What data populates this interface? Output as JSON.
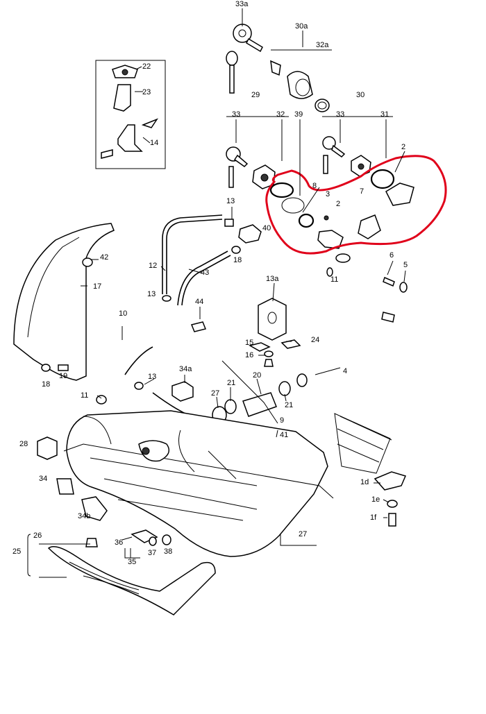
{
  "diagram": {
    "highlight_color": "#e0001a",
    "line_color": "#000000",
    "background": "#ffffff",
    "labels": {
      "l33a": "33a",
      "l30a": "30a",
      "l32a": "32a",
      "l22": "22",
      "l23": "23",
      "l14": "14",
      "l29": "29",
      "l30": "30",
      "l33_left": "33",
      "l32": "32",
      "l39": "39",
      "l33_right": "33",
      "l31": "31",
      "l2_top": "2",
      "l8": "8",
      "l3": "3",
      "l2_mid": "2",
      "l7": "7",
      "l13_a": "13",
      "l40": "40",
      "l18_a": "18",
      "l42": "42",
      "l17": "17",
      "l12": "12",
      "l43": "43",
      "l6": "6",
      "l5": "5",
      "l11_a": "11",
      "l13a": "13a",
      "l13_b": "13",
      "l44": "44",
      "l10": "10",
      "l15": "15",
      "l24": "24",
      "l16": "16",
      "l18_b": "18",
      "l19": "19",
      "l34a": "34a",
      "l13_c": "13",
      "l4": "4",
      "l11_b": "11",
      "l27_a": "27",
      "l21_a": "21",
      "l20": "20",
      "l21_b": "21",
      "l9": "9",
      "l41": "41",
      "l28": "28",
      "l1d": "1d",
      "l34": "34",
      "l1e": "1e",
      "l34b": "34b",
      "l1f": "1f",
      "l26": "26",
      "l25": "25",
      "l36": "36",
      "l37": "37",
      "l38": "38",
      "l35": "35",
      "l27_b": "27"
    }
  }
}
